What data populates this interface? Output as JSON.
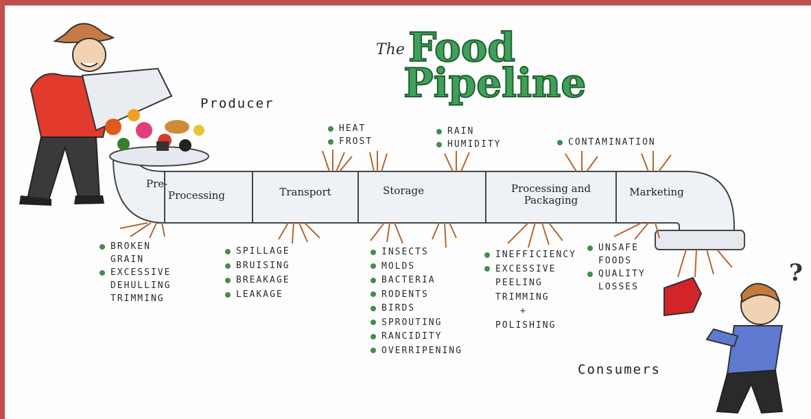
{
  "title": {
    "the": "The",
    "line1": "Food",
    "line2": "Pipeline"
  },
  "roles": {
    "producer": "Producer",
    "consumers": "Consumers",
    "question": "?"
  },
  "segments": [
    {
      "label": "Pre-",
      "label2": "Processing"
    },
    {
      "label": "Transport",
      "label2": ""
    },
    {
      "label": "Storage",
      "label2": ""
    },
    {
      "label": "Processing and",
      "label2": "Packaging"
    },
    {
      "label": "Marketing",
      "label2": ""
    }
  ],
  "top_hazards": {
    "heat_frost": [
      "Heat",
      "Frost"
    ],
    "rain_humidity": [
      "Rain",
      "Humidity"
    ],
    "contamination": [
      "Contamination"
    ]
  },
  "losses": {
    "preprocessing": {
      "items": [
        "Broken",
        "Excessive"
      ],
      "cont1": "Grain",
      "cont2": "Dehulling",
      "cont3": "Trimming"
    },
    "transport": [
      "Spillage",
      "Bruising",
      "Breakage",
      "Leakage"
    ],
    "storage": [
      "Insects",
      "Molds",
      "Bacteria",
      "Rodents",
      "Birds",
      "Sprouting",
      "Rancidity",
      "Overripening"
    ],
    "processing": {
      "items": [
        "Inefficiency",
        "Excessive"
      ],
      "cont1": "Peeling",
      "cont2": "Trimming",
      "cont3": "+",
      "cont4": "Polishing"
    },
    "marketing": {
      "items": [
        "Unsafe",
        "Quality"
      ],
      "cont1": "Foods",
      "cont2": "Losses"
    }
  },
  "colors": {
    "frame": "#c0504d",
    "title_green": "#3fa05a",
    "dot_green": "#3f8f4a",
    "pipe": "#e8ecf2",
    "leak": "#b5652e"
  }
}
